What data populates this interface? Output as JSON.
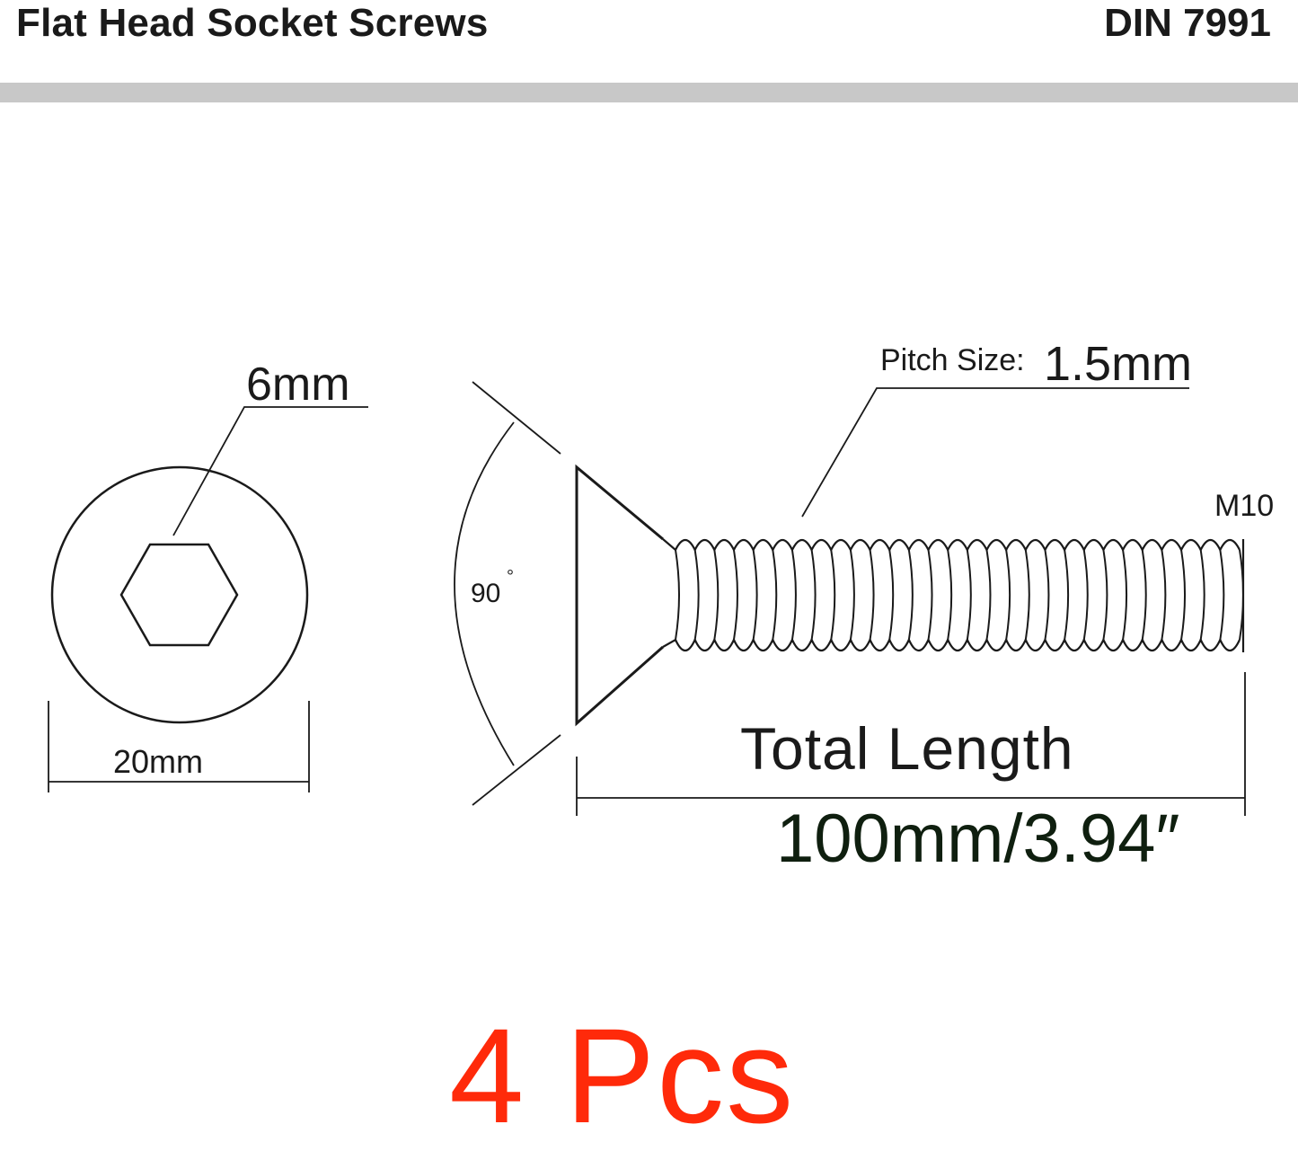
{
  "header": {
    "title": "Flat Head Socket Screws",
    "standard": "DIN 7991"
  },
  "dimensions": {
    "hex_socket": "6mm",
    "head_diameter": "20mm",
    "head_angle": "90",
    "head_angle_unit": "°",
    "pitch_label": "Pitch Size:",
    "pitch_value": "1.5mm",
    "thread_size": "M10",
    "length_label": "Total Length",
    "length_value": "100mm/3.94″"
  },
  "quantity": "4 Pcs",
  "colors": {
    "line": "#1a1a1a",
    "header_bar": "#c8c8c8",
    "quantity": "#ff2a0a"
  }
}
